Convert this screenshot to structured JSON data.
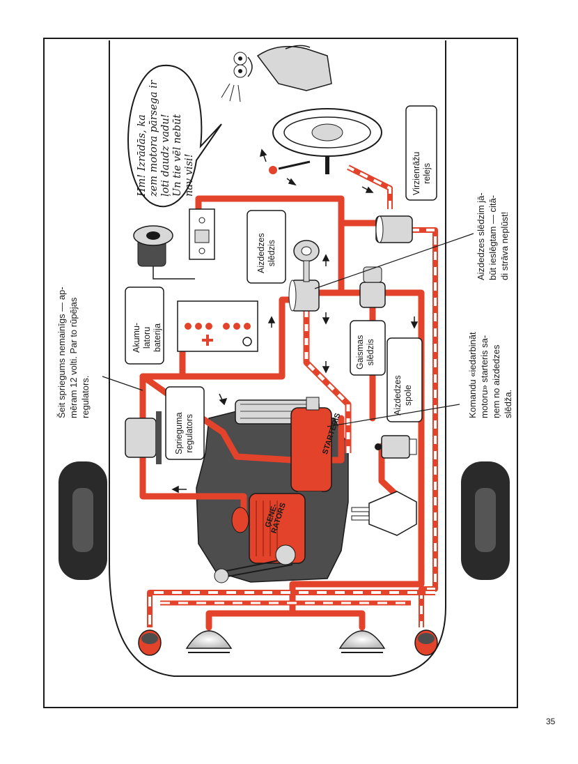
{
  "page": {
    "number": "35"
  },
  "colors": {
    "wire": "#e2432a",
    "ink": "#1a1a1a",
    "engine": "#4d4d4d",
    "chrome": "#d8d8d8",
    "paper": "#ffffff"
  },
  "annotations": {
    "voltage_note": "Šeit spriegums nemainīgs — ap-\nmēram 12 volti. Par to rūpējas\nregulators.",
    "ignition_note": "Aizdedzes slēdzim jā-\nbūt ieslēgtam — citā-\ndi strāva neplūst!",
    "starter_note": "Komandu «iedarbināt\nmotoru» starteris sa-\nņem no aizdedzes\nslēdža.",
    "speech_bubble": "Hm! Izrādās, ka\nzem motora pārsega ir\nļoti daudz vadu!\nUn tie vēl nebūt\nnav visi!"
  },
  "labels": {
    "battery": "Akumu-\nlatoru\nbaterija",
    "ignition_switch": "Aizdedzes\nslēdzis",
    "light_switch": "Gaismas\nslēdzis",
    "turn_relay": "Virzienrāžu\nrelejs",
    "ignition_coil": "Aizdedzes\nspole",
    "voltage_regulator": "Sprieguma\nregulators"
  },
  "components": {
    "starter": "STARTERIS",
    "generator": "ĢENE-\nRATORS"
  },
  "icons": [
    "speaker-icon",
    "fuse-box-icon",
    "steering-wheel-icon",
    "battery-icon",
    "ignition-key-icon",
    "starter-motor-icon",
    "generator-icon",
    "headlight-icon",
    "tail-light-icon",
    "wheel-icon",
    "character-icon",
    "distributor-icon"
  ]
}
